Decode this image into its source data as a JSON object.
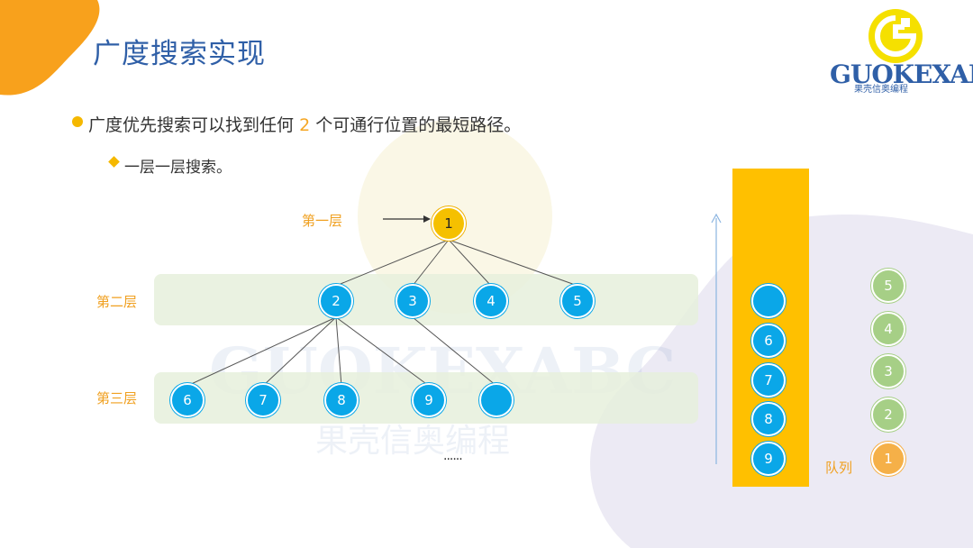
{
  "title": "广度搜索实现",
  "bullet": {
    "prefix": "广度优先搜索可以找到任何",
    "highlight": "2",
    "suffix": "个可通行位置的最短路径。"
  },
  "sub_bullet": "一层一层搜索。",
  "logo": {
    "main": "GUOKEXABC",
    "sub": "果壳信奥编程"
  },
  "watermark": {
    "main": "GUOKEXABC",
    "sub": "果壳信奥编程"
  },
  "levels": [
    "第一层",
    "第二层",
    "第三层"
  ],
  "tree": {
    "root": "1",
    "level2": [
      "2",
      "3",
      "4",
      "5"
    ],
    "level3": [
      "6",
      "7",
      "8",
      "9",
      ""
    ]
  },
  "ellipsis": "......",
  "queue": {
    "items": [
      "",
      "6",
      "7",
      "8",
      "9"
    ]
  },
  "queue_label": "队列",
  "legend_stack": [
    "5",
    "4",
    "3",
    "2",
    "1"
  ],
  "colors": {
    "blue": "#0aa7e8",
    "yellow": "#ffc000",
    "green": "#a6cf86",
    "orange": "#f5b048",
    "title": "#2f5fa7"
  }
}
